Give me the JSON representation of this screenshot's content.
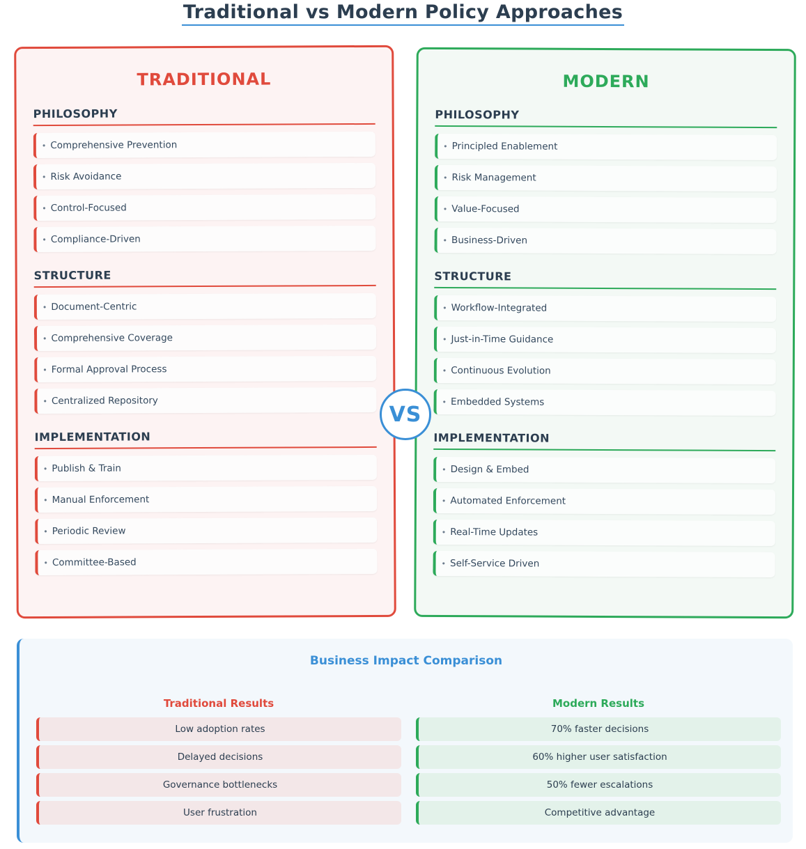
{
  "title": "Traditional vs Modern Policy Approaches",
  "vs_label": "VS",
  "colors": {
    "traditional": "#e04a3c",
    "modern": "#2daa5a",
    "accent": "#3a8fd6"
  },
  "traditional": {
    "heading": "TRADITIONAL",
    "sections": [
      {
        "title": "PHILOSOPHY",
        "items": [
          "Comprehensive Prevention",
          "Risk Avoidance",
          "Control-Focused",
          "Compliance-Driven"
        ]
      },
      {
        "title": "STRUCTURE",
        "items": [
          "Document-Centric",
          "Comprehensive Coverage",
          "Formal Approval Process",
          "Centralized Repository"
        ]
      },
      {
        "title": "IMPLEMENTATION",
        "items": [
          "Publish & Train",
          "Manual Enforcement",
          "Periodic Review",
          "Committee-Based"
        ]
      }
    ]
  },
  "modern": {
    "heading": "MODERN",
    "sections": [
      {
        "title": "PHILOSOPHY",
        "items": [
          "Principled Enablement",
          "Risk Management",
          "Value-Focused",
          "Business-Driven"
        ]
      },
      {
        "title": "STRUCTURE",
        "items": [
          "Workflow-Integrated",
          "Just-in-Time Guidance",
          "Continuous Evolution",
          "Embedded Systems"
        ]
      },
      {
        "title": "IMPLEMENTATION",
        "items": [
          "Design & Embed",
          "Automated Enforcement",
          "Real-Time Updates",
          "Self-Service Driven"
        ]
      }
    ]
  },
  "impact": {
    "title": "Business Impact Comparison",
    "traditional": {
      "title": "Traditional Results",
      "items": [
        "Low adoption rates",
        "Delayed decisions",
        "Governance bottlenecks",
        "User frustration"
      ]
    },
    "modern": {
      "title": "Modern Results",
      "items": [
        "70% faster decisions",
        "60% higher user satisfaction",
        "50% fewer escalations",
        "Competitive advantage"
      ]
    }
  }
}
